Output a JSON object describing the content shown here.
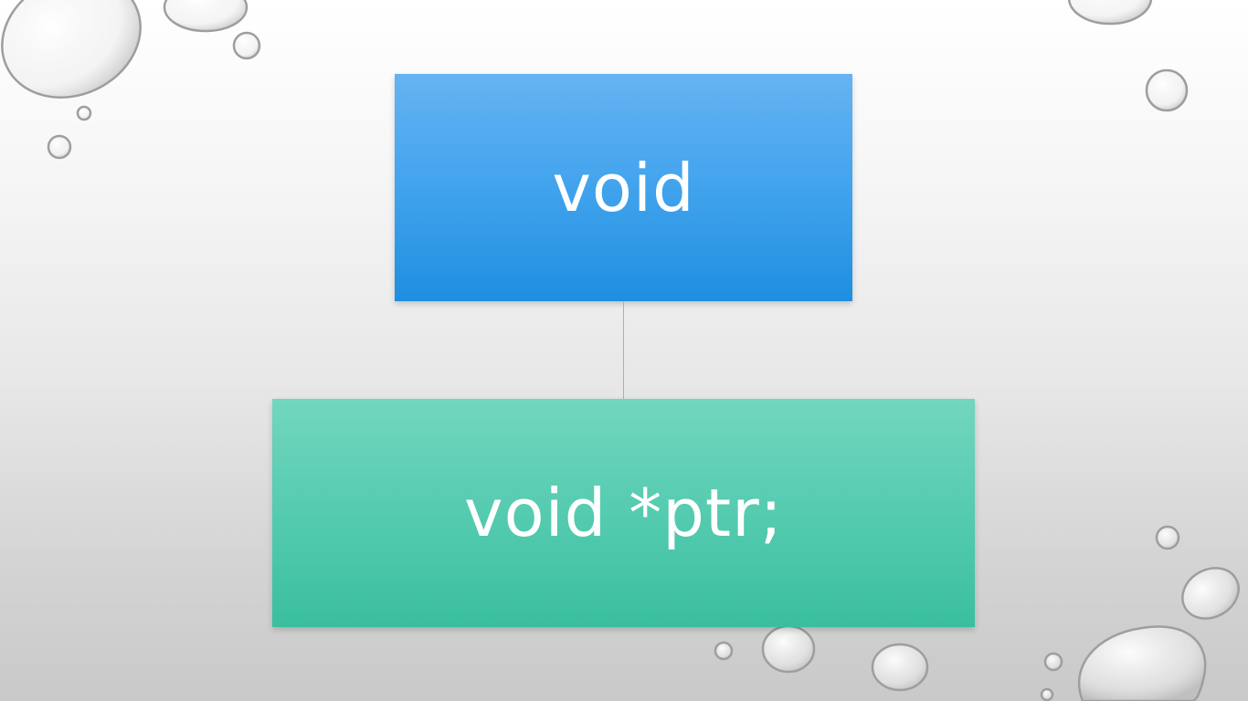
{
  "diagram": {
    "nodes": [
      {
        "id": "parent",
        "label": "void",
        "color": "#3a9fec"
      },
      {
        "id": "child",
        "label": "void *ptr;",
        "color": "#52c8ab"
      }
    ],
    "edges": [
      {
        "from": "parent",
        "to": "child",
        "color": "#7bc8ad"
      }
    ]
  },
  "theme": {
    "background_top": "#ffffff",
    "background_bottom": "#c9c9c9",
    "decoration": "water-droplets"
  }
}
